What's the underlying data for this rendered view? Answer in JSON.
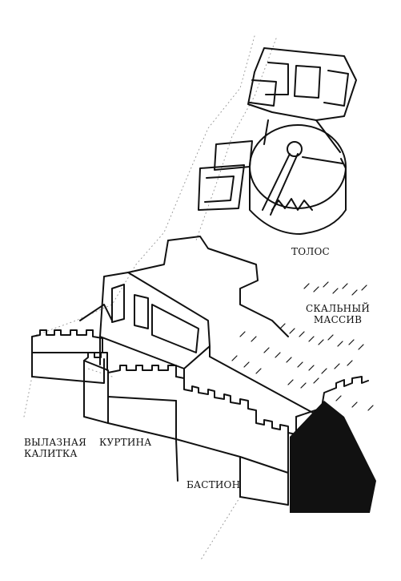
{
  "labels": {
    "tholos": "ТОЛОС",
    "rock_line1": "СКАЛЬНЫЙ",
    "rock_line2": "МАССИВ",
    "sally_line1": "ВЫЛАЗНАЯ",
    "sally_line2": "КАЛИТКА",
    "curtain": "КУРТИНА",
    "bastion": "БАСТИОН"
  },
  "colors": {
    "ink": "#111111",
    "paper": "#ffffff",
    "stipple": "#8a8a8a"
  }
}
